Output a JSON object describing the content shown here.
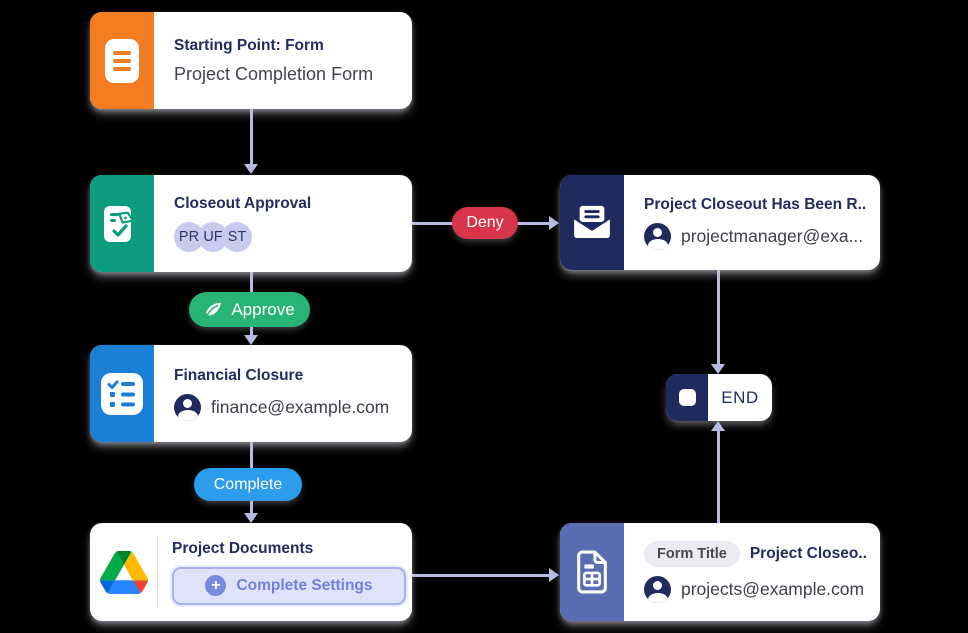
{
  "workflow": {
    "nodes": {
      "start_form": {
        "title": "Starting Point: Form",
        "subtitle": "Project Completion Form",
        "accent_color": "#F47D21"
      },
      "closeout_approval": {
        "title": "Closeout Approval",
        "approvers": [
          "PR",
          "UF",
          "ST"
        ],
        "accent_color": "#0E9C81"
      },
      "email_notification": {
        "title": "Project Closeout Has Been R...",
        "recipient": "projectmanager@exa...",
        "accent_color": "#1F2A5E"
      },
      "financial_closure": {
        "title": "Financial Closure",
        "recipient": "finance@example.com",
        "accent_color": "#1A7FD5"
      },
      "project_documents": {
        "title": "Project Documents",
        "settings_button": "Complete Settings",
        "icon": "google-drive-icon"
      },
      "closeout_form": {
        "field_label": "Form Title",
        "title": "Project Closeo...",
        "recipient": "projects@example.com",
        "accent_color": "#5A6DB2"
      },
      "end": {
        "label": "END",
        "accent_color": "#1F2A5E"
      }
    },
    "edges": {
      "deny": {
        "label": "Deny",
        "color": "#D8344A"
      },
      "approve": {
        "label": "Approve",
        "color": "#27B474"
      },
      "complete": {
        "label": "Complete",
        "color": "#2D9CEC"
      }
    },
    "colors": {
      "canvas_background": "#000000",
      "card_background": "#FFFFFF",
      "title_text": "#222C5E",
      "body_text": "#44444F",
      "connector": "#B7BBE3",
      "settings_button_text": "#7280DB",
      "settings_button_background": "#DFE3FA",
      "approver_chip_background": "#C7CBEE"
    }
  }
}
